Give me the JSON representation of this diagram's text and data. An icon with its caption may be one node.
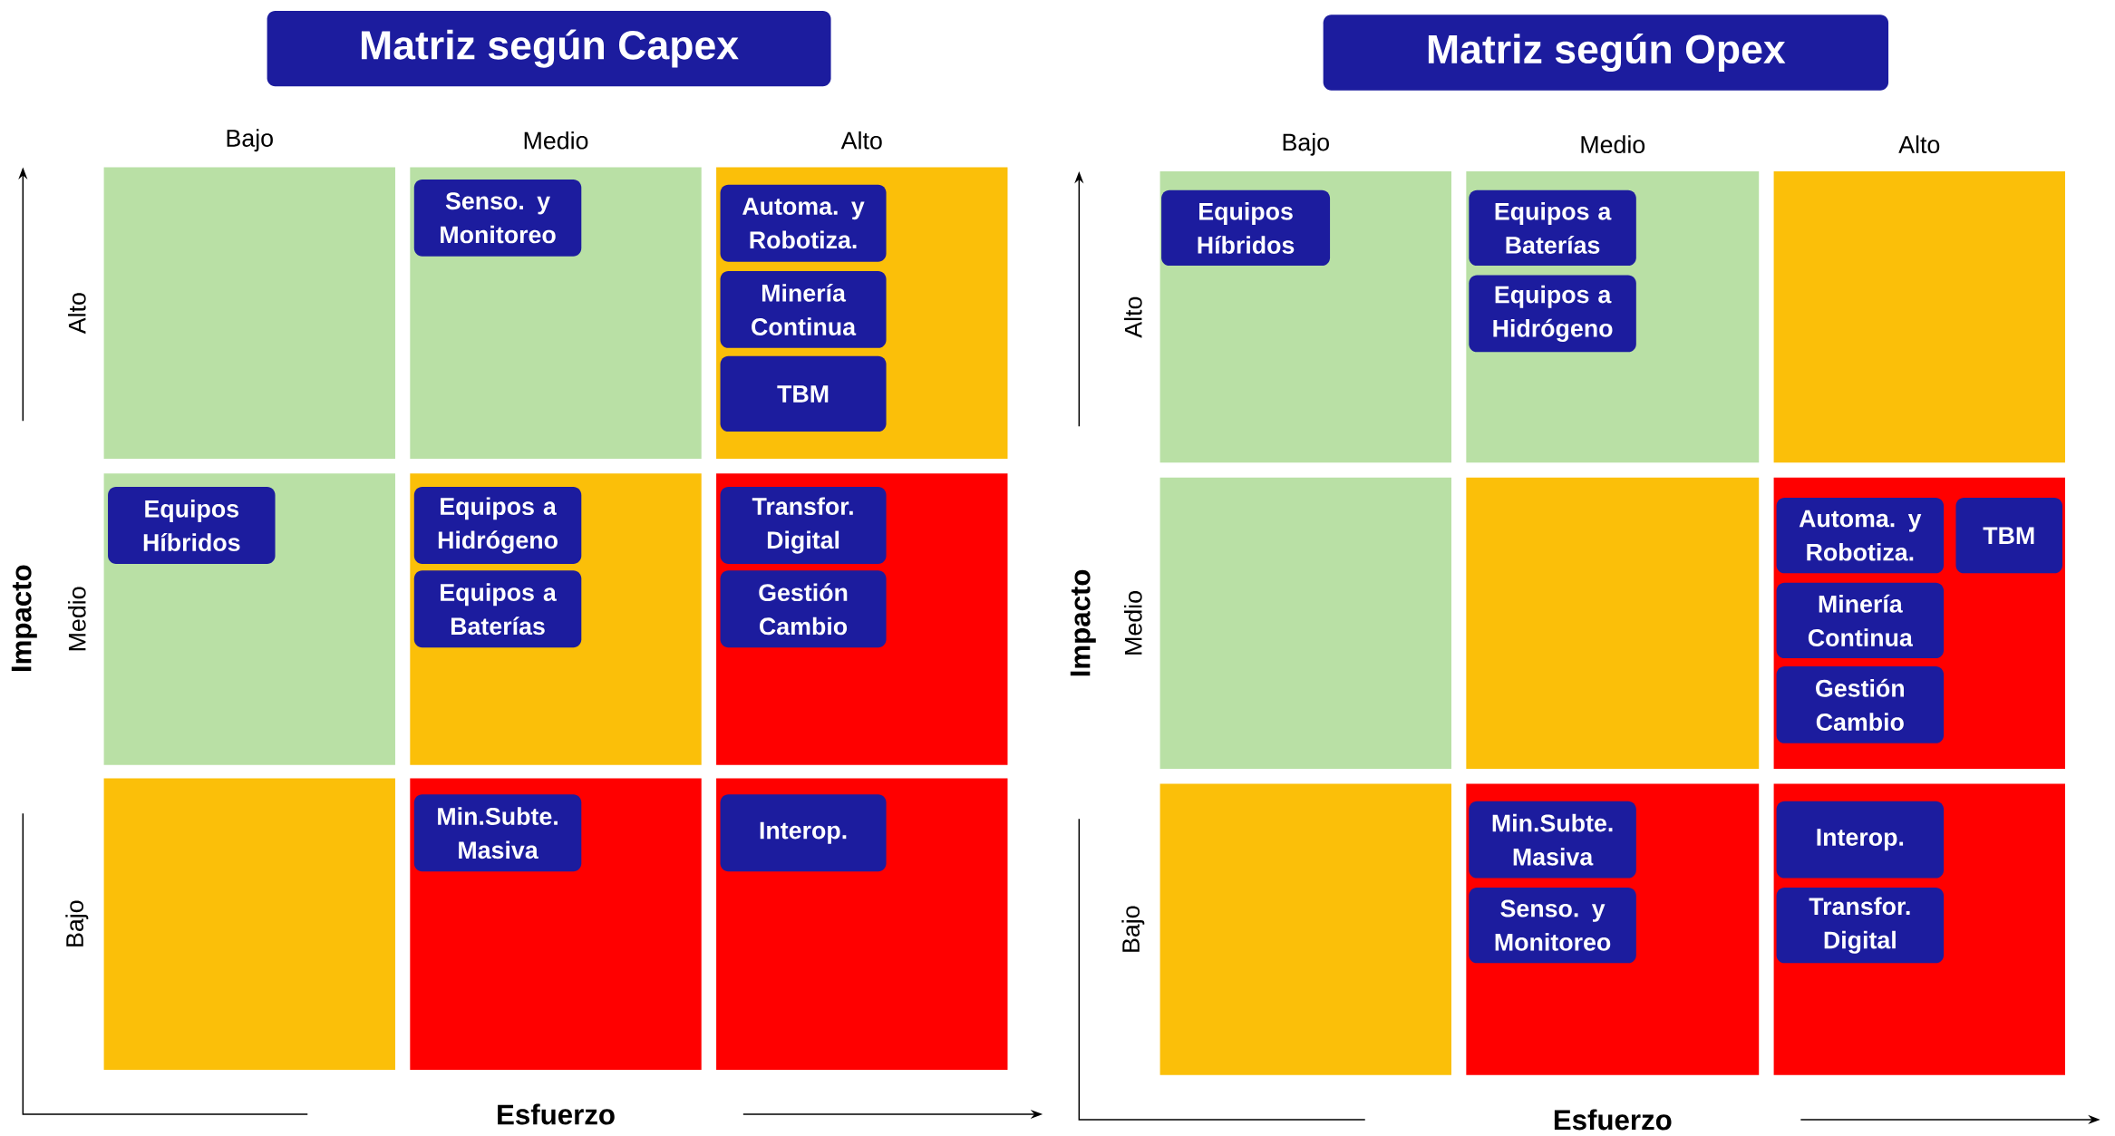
{
  "diagram": {
    "nodes": [
      {
        "text": [
          "Matriz según Capex"
        ]
      },
      {
        "text": [],
        "shape": "box"
      },
      {
        "text": [],
        "shape": "box"
      },
      {
        "text": [
          "Senso. y Monitoreo"
        ],
        "in": 2
      },
      {
        "text": [],
        "shape": "box"
      },
      {
        "text": [
          "Automa. y Robotiza."
        ],
        "in": 4
      },
      {
        "text": [
          "Minería Continua"
        ],
        "in": 4
      },
      {
        "text": [
          "TBM"
        ],
        "in": 4
      },
      {
        "text": [],
        "shape": "box"
      },
      {
        "text": [
          "Equipos Híbridos"
        ],
        "in": 8
      },
      {
        "text": [],
        "shape": "box"
      },
      {
        "text": [
          "Equipos a Hidrógeno"
        ],
        "in": 10
      },
      {
        "text": [
          "Equipos a Baterías"
        ],
        "in": 10
      },
      {
        "text": [],
        "shape": "box"
      },
      {
        "text": [
          "Transfor. Digital"
        ],
        "in": 13
      },
      {
        "text": [
          "Gestión Cambio"
        ],
        "in": 13
      },
      {
        "text": [],
        "shape": "box"
      },
      {
        "text": [],
        "shape": "box"
      },
      {
        "text": [
          "Min.Subte. Masiva"
        ],
        "in": 17
      },
      {
        "text": [],
        "shape": "box"
      },
      {
        "text": [
          "Interop."
        ],
        "in": 19
      },
      {
        "text": [
          "Matriz según Opex"
        ]
      },
      {
        "text": [],
        "shape": "box"
      },
      {
        "text": [
          "Equipos Híbridos"
        ],
        "in": 22
      },
      {
        "text": [],
        "shape": "box"
      },
      {
        "text": [
          "Equipos a Baterías"
        ],
        "in": 24
      },
      {
        "text": [
          "Equipos a Hidrógeno"
        ],
        "in": 24
      },
      {
        "text": [],
        "shape": "box"
      },
      {
        "text": [],
        "shape": "box"
      },
      {
        "text": [],
        "shape": "box"
      },
      {
        "text": [],
        "shape": "box"
      },
      {
        "text": [
          "Automa. y Robotiza."
        ],
        "in": 30
      },
      {
        "text": [
          "TBM"
        ],
        "in": 30
      },
      {
        "text": [
          "Minería Continua"
        ],
        "in": 30
      },
      {
        "text": [
          "Gestión Cambio"
        ],
        "in": 30
      },
      {
        "text": [],
        "shape": "box"
      },
      {
        "text": [],
        "shape": "box"
      },
      {
        "text": [
          "Min.Subte. Masiva"
        ],
        "in": 36
      },
      {
        "text": [
          "Senso. y Monitoreo"
        ],
        "in": 36
      },
      {
        "text": [],
        "shape": "box"
      },
      {
        "text": [
          "Interop."
        ],
        "in": 39
      },
      {
        "text": [
          "Transfor. Digital"
        ],
        "in": 39
      }
    ],
    "labels": [
      "Bajo",
      "Medio",
      "Alto",
      "Alto",
      "Medio",
      "Bajo",
      "Impacto",
      "Esfuerzo",
      "Bajo",
      "Medio",
      "Alto",
      "Alto",
      "Medio",
      "Bajo",
      "Impacto",
      "Esfuerzo"
    ]
  }
}
